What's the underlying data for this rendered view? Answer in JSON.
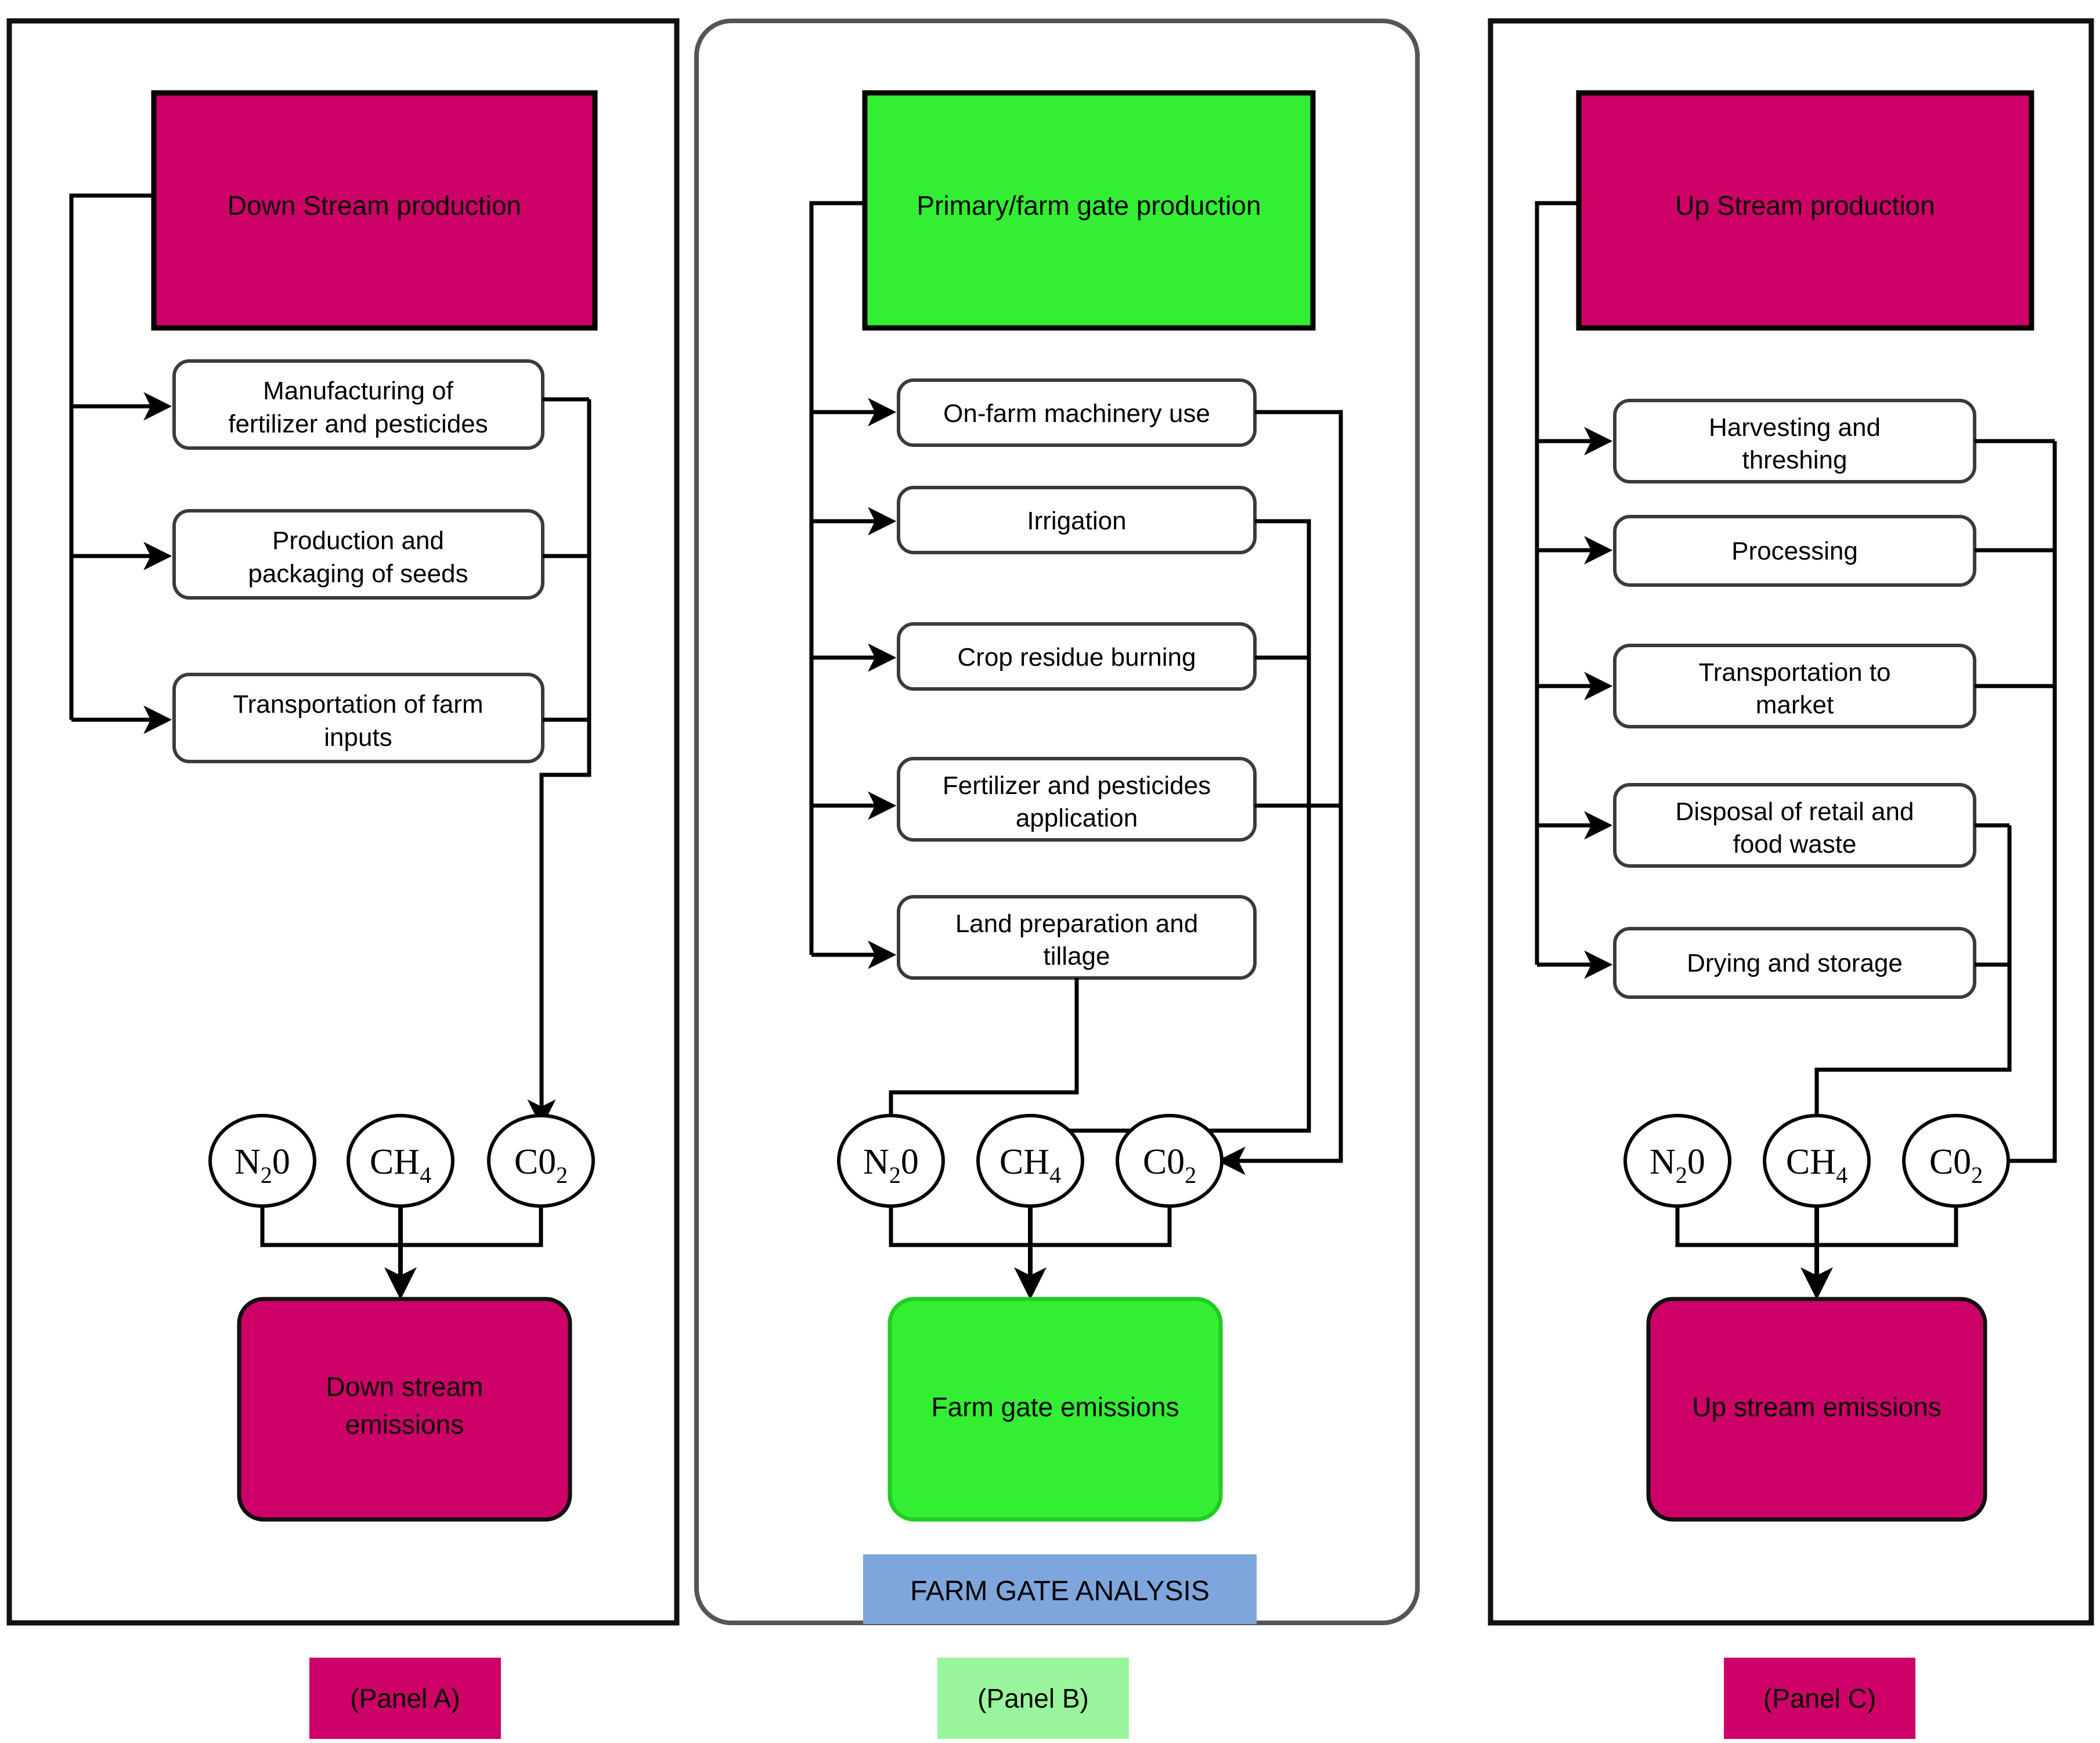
{
  "meta": {
    "colors": {
      "magenta": "#CC0066",
      "green_bright": "#33EE33",
      "green_light": "#99F59B",
      "blue_label": "#7FA6DC",
      "stroke": "#000000",
      "panel_border": "#1A1A1A",
      "white": "#FFFFFF"
    }
  },
  "panels": [
    {
      "id": "panel-a",
      "label": "(Panel A)",
      "label_fill": "#CC0066",
      "header": {
        "title": "Down Stream production",
        "fill": "#CC0066"
      },
      "stages": [
        "Manufacturing of\nfertilizer and pesticides",
        "Production and\npackaging of seeds",
        "Transportation of farm\ninputs"
      ],
      "gases": [
        "N₂0",
        "CH₄",
        "C0₂"
      ],
      "outcome": {
        "title": "Down stream\nemissions",
        "fill": "#CC0066"
      }
    },
    {
      "id": "panel-b",
      "label": "(Panel B)",
      "label_fill": "#99F59B",
      "header": {
        "title": "Primary/farm gate production",
        "fill": "#33EE33"
      },
      "stages": [
        "On-farm machinery use",
        "Irrigation",
        "Crop residue burning",
        "Fertilizer and pesticides\napplication",
        "Land preparation and\ntillage"
      ],
      "gases": [
        "N₂0",
        "CH₄",
        "C0₂"
      ],
      "outcome": {
        "title": "Farm gate emissions",
        "fill": "#33EE33"
      },
      "analysis_badge": {
        "text": "FARM GATE ANALYSIS",
        "fill": "#7FA6DC"
      }
    },
    {
      "id": "panel-c",
      "label": "(Panel C)",
      "label_fill": "#CC0066",
      "header": {
        "title": "Up Stream production",
        "fill": "#CC0066"
      },
      "stages": [
        "Harvesting and\nthreshing",
        "Processing",
        "Transportation to\nmarket",
        "Disposal of retail and\nfood waste",
        "Drying and storage"
      ],
      "gases": [
        "N₂0",
        "CH₄",
        "C0₂"
      ],
      "outcome": {
        "title": "Up stream\nemissions",
        "fill": "#CC0066"
      }
    }
  ],
  "gas_parts": {
    "n2o": {
      "a": "N",
      "sub": "2",
      "b": "0"
    },
    "ch4": {
      "a": "CH",
      "sub": "4",
      "b": ""
    },
    "co2": {
      "a": "C0",
      "sub": "2",
      "b": ""
    }
  }
}
